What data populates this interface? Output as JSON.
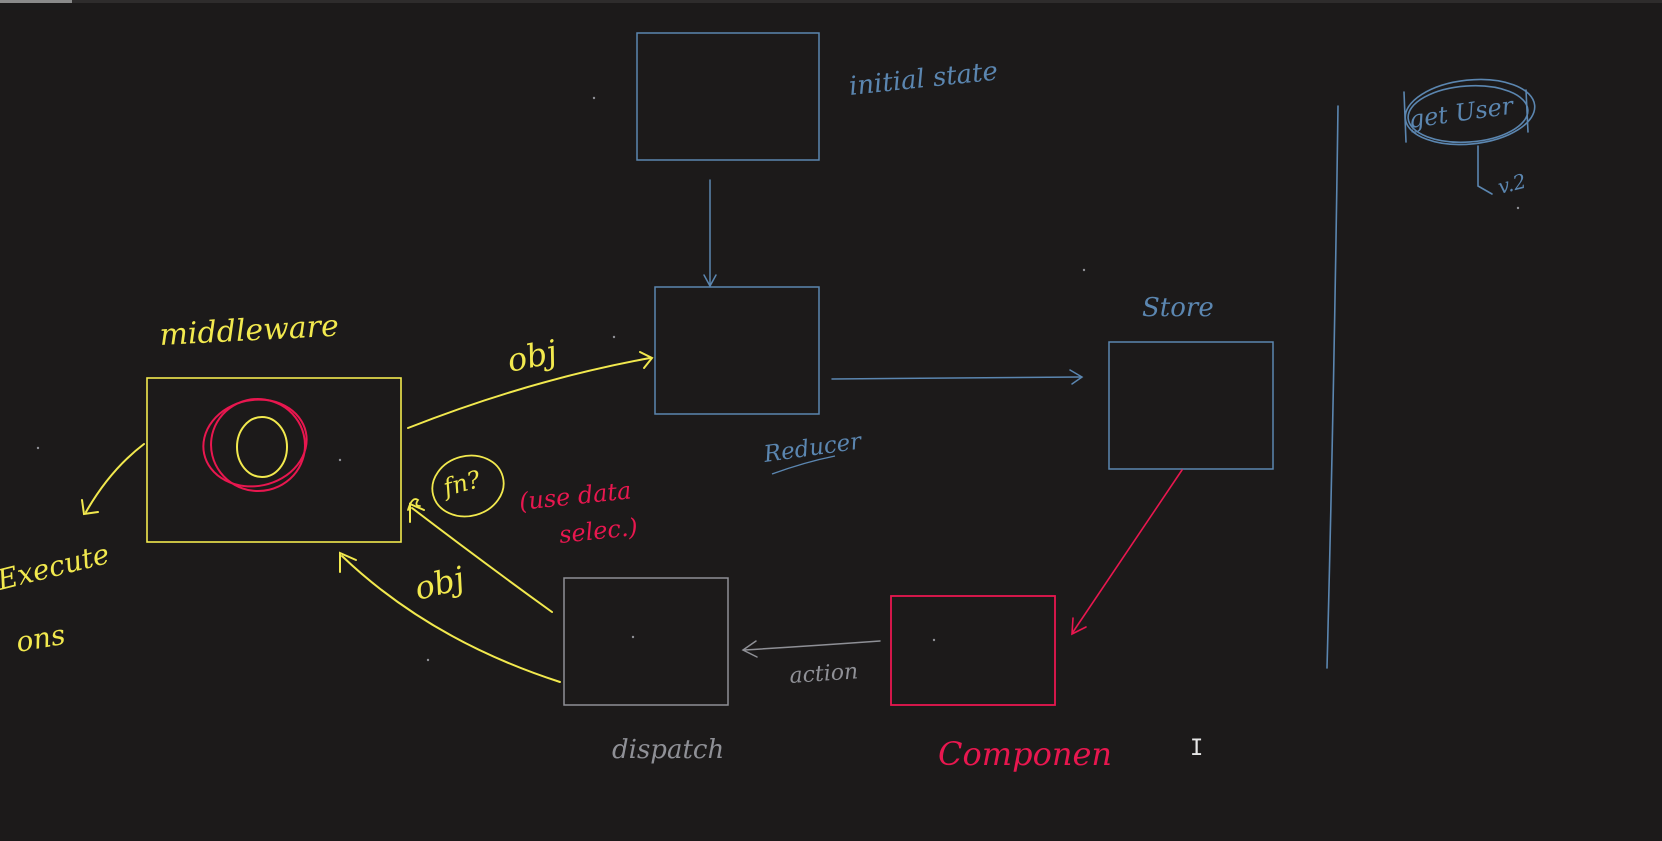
{
  "colors": {
    "background": "#1c1a1a",
    "blue": "#5b86b0",
    "yellow": "#f2e94e",
    "red": "#e8174f",
    "gray": "#8f9096"
  },
  "labels": {
    "initial_state": "initial state",
    "reducer": "Reducer",
    "store": "Store",
    "component": "Componen",
    "dispatch": "dispatch",
    "action": "action",
    "middleware": "middleware",
    "obj_top": "obj",
    "obj_bottom": "obj",
    "fn": "fn?",
    "use_data_selector_1": "(use data",
    "use_data_selector_2": "selec.)",
    "execute_1": "Execute",
    "execute_2": "ons",
    "get_user": "get User",
    "arrow_note": "v.2"
  },
  "icons": {
    "text_cursor": "text-cursor-icon"
  }
}
